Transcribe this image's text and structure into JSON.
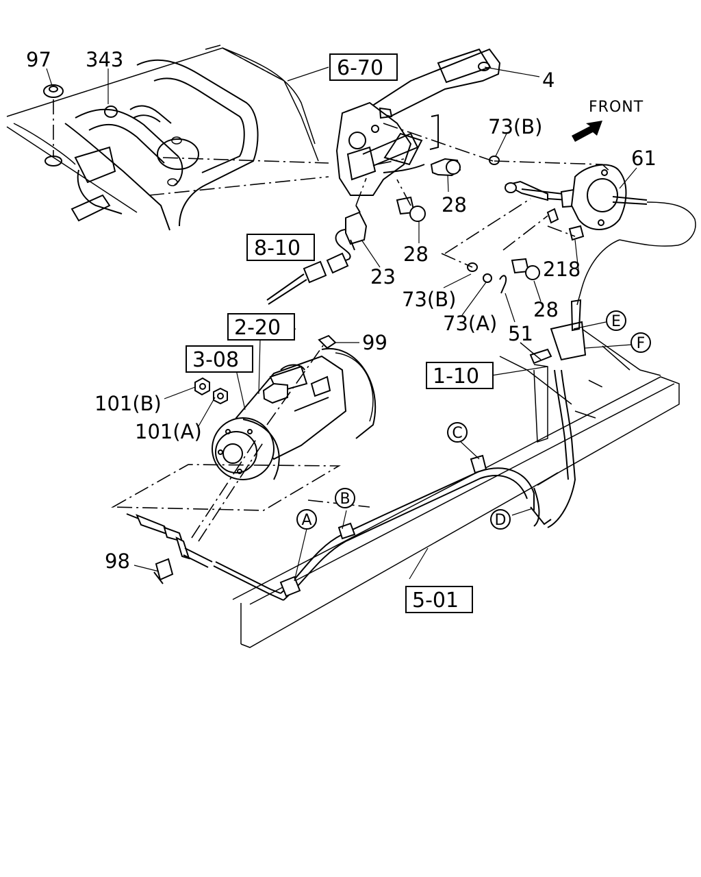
{
  "diagram": {
    "front_label": "FRONT",
    "part_numbers": [
      {
        "id": "p97",
        "text": "97"
      },
      {
        "id": "p343",
        "text": "343"
      },
      {
        "id": "p4",
        "text": "4"
      },
      {
        "id": "p73b_top",
        "text": "73(B)"
      },
      {
        "id": "p61",
        "text": "61"
      },
      {
        "id": "p28_a",
        "text": "28"
      },
      {
        "id": "p28_b",
        "text": "28"
      },
      {
        "id": "p218",
        "text": "218"
      },
      {
        "id": "p23",
        "text": "23"
      },
      {
        "id": "p73b_low",
        "text": "73(B)"
      },
      {
        "id": "p73a",
        "text": "73(A)"
      },
      {
        "id": "p28_c",
        "text": "28"
      },
      {
        "id": "p51",
        "text": "51"
      },
      {
        "id": "p99",
        "text": "99"
      },
      {
        "id": "p101b",
        "text": "101(B)"
      },
      {
        "id": "p101a",
        "text": "101(A)"
      },
      {
        "id": "p98",
        "text": "98"
      }
    ],
    "reference_boxes": [
      {
        "id": "r670",
        "text": "6-70"
      },
      {
        "id": "r810",
        "text": "8-10"
      },
      {
        "id": "r220",
        "text": "2-20"
      },
      {
        "id": "r308",
        "text": "3-08"
      },
      {
        "id": "r110",
        "text": "1-10"
      },
      {
        "id": "r501",
        "text": "5-01"
      }
    ],
    "circled_letters": [
      {
        "id": "cE",
        "text": "E"
      },
      {
        "id": "cF",
        "text": "F"
      },
      {
        "id": "cC",
        "text": "C"
      },
      {
        "id": "cB",
        "text": "B"
      },
      {
        "id": "cA",
        "text": "A"
      },
      {
        "id": "cD",
        "text": "D"
      }
    ]
  }
}
